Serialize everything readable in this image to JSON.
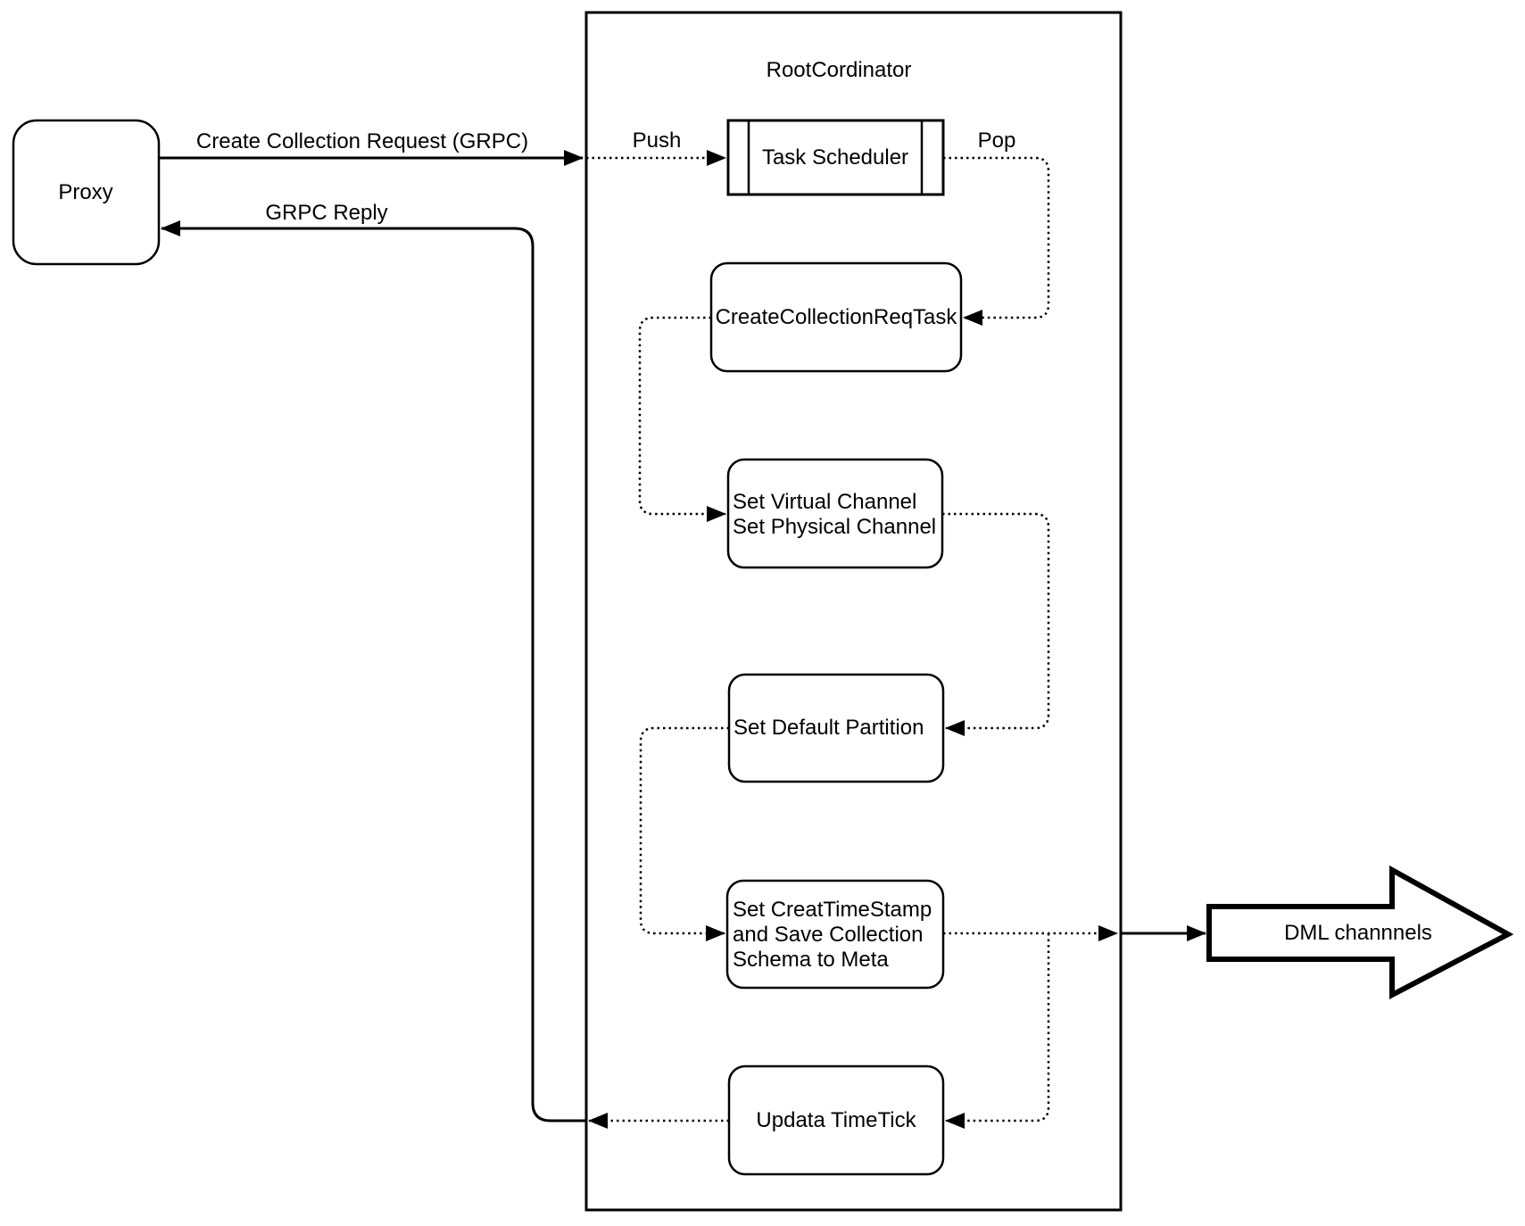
{
  "diagram": {
    "title": "RootCordinator",
    "nodes": {
      "proxy": {
        "label": "Proxy"
      },
      "task_scheduler": {
        "label": "Task Scheduler"
      },
      "create_collection_req_task": {
        "label": "CreateCollectionReqTask"
      },
      "set_channels": {
        "lines": [
          "Set Virtual Channel",
          "Set Physical Channel"
        ]
      },
      "set_default_partition": {
        "label": "Set Default Partition"
      },
      "set_timestamp_save_schema": {
        "lines": [
          "Set CreatTimeStamp",
          "and Save Collection",
          "Schema to Meta"
        ]
      },
      "update_timetick": {
        "label": "Updata TimeTick"
      },
      "dml_channels": {
        "label": "DML channnels"
      }
    },
    "edge_labels": {
      "create_collection_request": "Create Collection Request (GRPC)",
      "grpc_reply": "GRPC Reply",
      "push": "Push",
      "pop": "Pop"
    },
    "colors": {
      "stroke": "#000000",
      "background": "#ffffff"
    }
  }
}
